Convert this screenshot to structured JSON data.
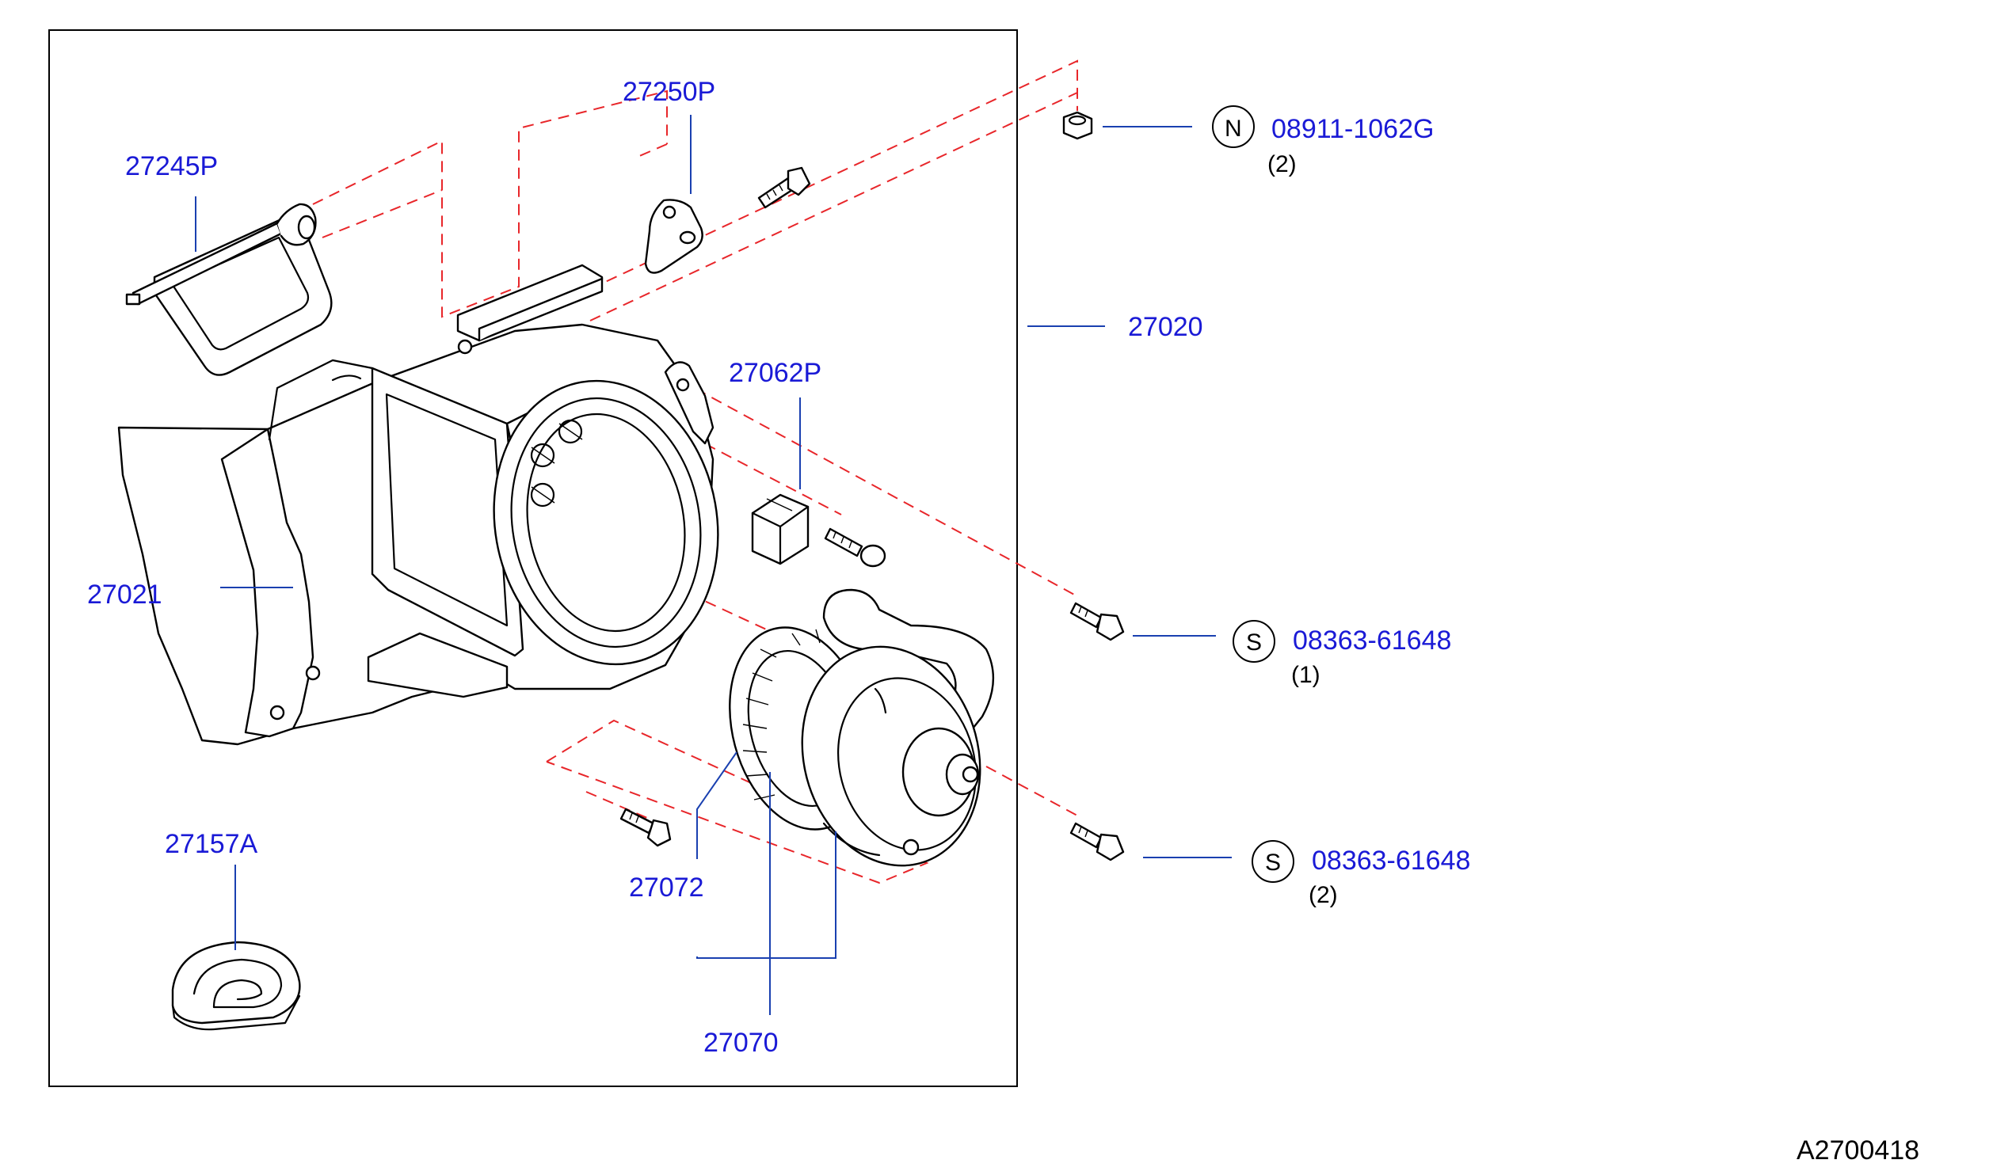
{
  "parts": {
    "p27245P": "27245P",
    "p27250P": "27250P",
    "p27020": "27020",
    "p27062P": "27062P",
    "p27021": "27021",
    "p27157A": "27157A",
    "p27072": "27072",
    "p27070": "27070"
  },
  "fasteners": {
    "nut": {
      "code": "N",
      "number": "08911-1062G",
      "qty": "(2)"
    },
    "bolt_upper": {
      "code": "S",
      "number": "08363-61648",
      "qty": "(1)"
    },
    "bolt_lower": {
      "code": "S",
      "number": "08363-61648",
      "qty": "(2)"
    }
  },
  "reference": "A2700418",
  "colors": {
    "part_number": "#1a1ad6",
    "leader_line": "#1a40b0",
    "dashed_alignment": "#e8262a",
    "linework": "#000000"
  }
}
